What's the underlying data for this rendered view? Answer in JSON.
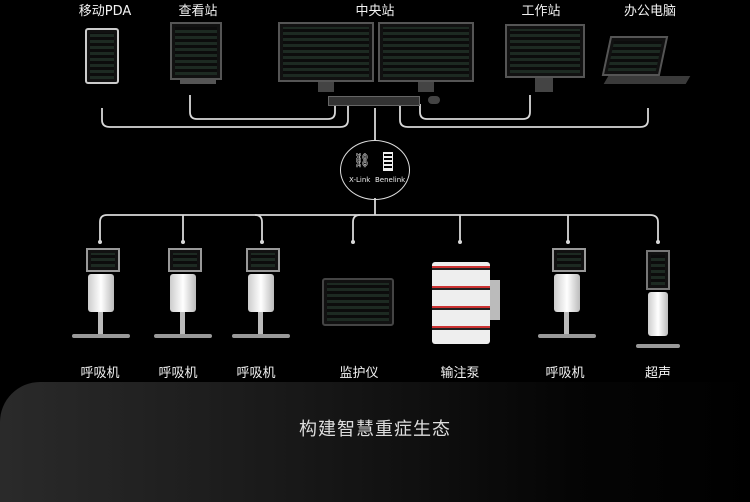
{
  "top_devices": [
    {
      "label": "移动PDA",
      "icon": "pda-icon"
    },
    {
      "label": "查看站",
      "icon": "viewing-station-icon"
    },
    {
      "label": "中央站",
      "icon": "central-station-icon"
    },
    {
      "label": "工作站",
      "icon": "workstation-icon"
    },
    {
      "label": "办公电脑",
      "icon": "laptop-icon"
    }
  ],
  "hub": {
    "left_label": "X-Link",
    "right_label": "Benelink"
  },
  "bottom_devices": [
    {
      "label": "呼吸机",
      "icon": "ventilator-icon"
    },
    {
      "label": "呼吸机",
      "icon": "ventilator-icon"
    },
    {
      "label": "呼吸机",
      "icon": "ventilator-icon"
    },
    {
      "label": "监护仪",
      "icon": "monitor-icon"
    },
    {
      "label": "输注泵",
      "icon": "infusion-pump-icon"
    },
    {
      "label": "呼吸机",
      "icon": "ventilator-icon"
    },
    {
      "label": "超声",
      "icon": "ultrasound-icon"
    }
  ],
  "footer": {
    "title": "构建智慧重症生态"
  }
}
